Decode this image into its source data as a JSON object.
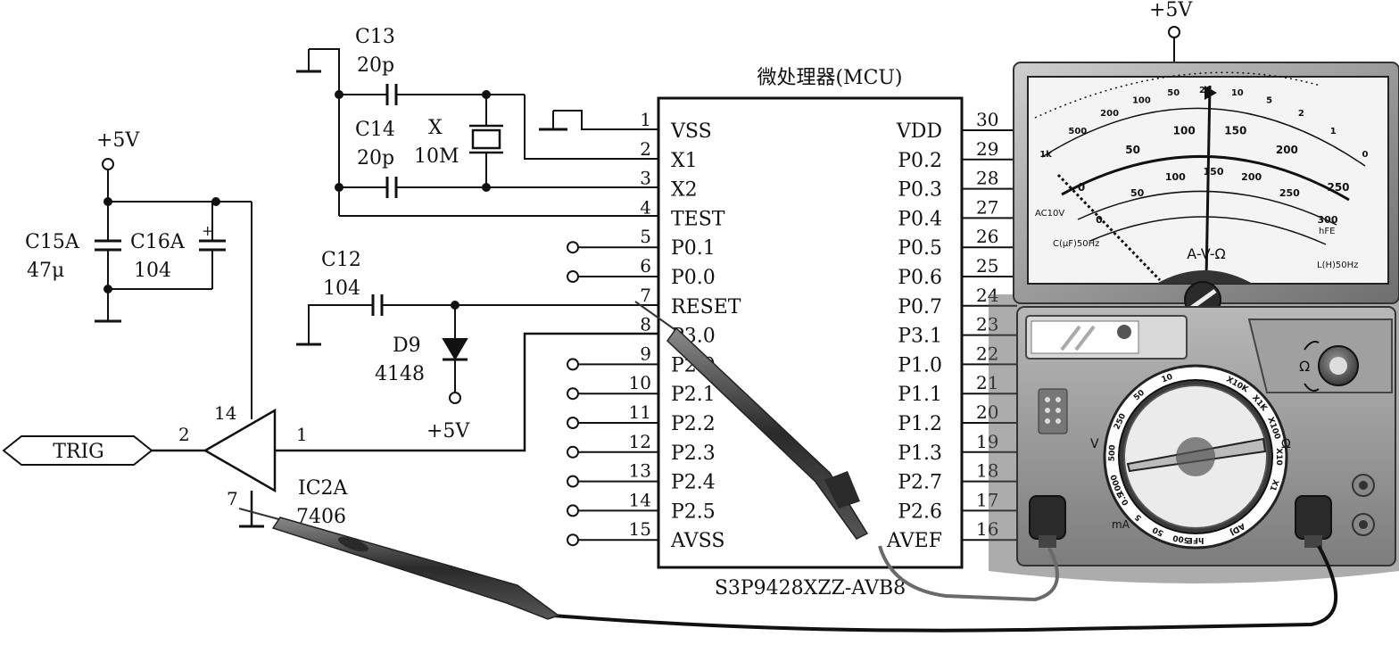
{
  "mcu": {
    "title": "微处理器(MCU)",
    "part_number": "S3P9428XZZ-AVB8",
    "left_pins": [
      {
        "num": "1",
        "name": "VSS"
      },
      {
        "num": "2",
        "name": "X1"
      },
      {
        "num": "3",
        "name": "X2"
      },
      {
        "num": "4",
        "name": "TEST"
      },
      {
        "num": "5",
        "name": "P0.1"
      },
      {
        "num": "6",
        "name": "P0.0"
      },
      {
        "num": "7",
        "name": "RESET"
      },
      {
        "num": "8",
        "name": "P3.0"
      },
      {
        "num": "9",
        "name": "P2.0"
      },
      {
        "num": "10",
        "name": "P2.1"
      },
      {
        "num": "11",
        "name": "P2.2"
      },
      {
        "num": "12",
        "name": "P2.3"
      },
      {
        "num": "13",
        "name": "P2.4"
      },
      {
        "num": "14",
        "name": "P2.5"
      },
      {
        "num": "15",
        "name": "AVSS"
      }
    ],
    "right_pins": [
      {
        "num": "30",
        "name": "VDD"
      },
      {
        "num": "29",
        "name": "P0.2"
      },
      {
        "num": "28",
        "name": "P0.3"
      },
      {
        "num": "27",
        "name": "P0.4"
      },
      {
        "num": "26",
        "name": "P0.5"
      },
      {
        "num": "25",
        "name": "P0.6"
      },
      {
        "num": "24",
        "name": "P0.7"
      },
      {
        "num": "23",
        "name": "P3.1"
      },
      {
        "num": "22",
        "name": "P1.0"
      },
      {
        "num": "21",
        "name": "P1.1"
      },
      {
        "num": "20",
        "name": "P1.2"
      },
      {
        "num": "19",
        "name": "P1.3"
      },
      {
        "num": "18",
        "name": "P2.7"
      },
      {
        "num": "17",
        "name": "P2.6"
      },
      {
        "num": "16",
        "name": "AVEF"
      }
    ]
  },
  "components": {
    "c13_name": "C13",
    "c13_value": "20p",
    "c14_name": "C14",
    "c14_value": "20p",
    "crystal_name": "X",
    "crystal_value": "10M",
    "c12_name": "C12",
    "c12_value": "104",
    "d9_name": "D9",
    "d9_value": "4148",
    "c15a_name": "C15A",
    "c15a_value": "47μ",
    "c16a_name": "C16A",
    "c16a_value": "104",
    "ic_name": "IC2A",
    "ic_value": "7406",
    "ic_pin_in": "1",
    "ic_pin_out": "2",
    "ic_pin_vcc": "14",
    "ic_pin_gnd": "7",
    "trig_label": "TRIG",
    "plus_sign": "+",
    "supply_left": "+5V",
    "supply_d9": "+5V",
    "supply_meter": "+5V"
  },
  "meter": {
    "scale_ohm": [
      "1k",
      "500",
      "200",
      "100",
      "50",
      "20",
      "10",
      "5",
      "2",
      "1",
      "0"
    ],
    "scale_dc": [
      "0",
      "50",
      "100",
      "150",
      "200",
      "250"
    ],
    "scale_ac": [
      "0",
      "50",
      "100",
      "150",
      "200",
      "250",
      "300"
    ],
    "label_ac10v": "AC10V",
    "label_cap": "C(μF)50Hz",
    "label_hfe": "hFE",
    "label_induct": "L(H)50Hz",
    "label_mode": "A-V-Ω",
    "label_ohm": "Ω",
    "label_v": "V",
    "label_ma": "mA",
    "label_ohm_knob": "Ω",
    "dial_ohm": [
      "X1",
      "X10",
      "X100",
      "X1K",
      "X10K"
    ],
    "dial_v": [
      "1000",
      "500",
      "250",
      "50",
      "10"
    ],
    "dial_ma": [
      "0.5",
      "5",
      "50",
      "500"
    ],
    "dial_bottom": [
      "ADJ",
      "hFE"
    ]
  }
}
